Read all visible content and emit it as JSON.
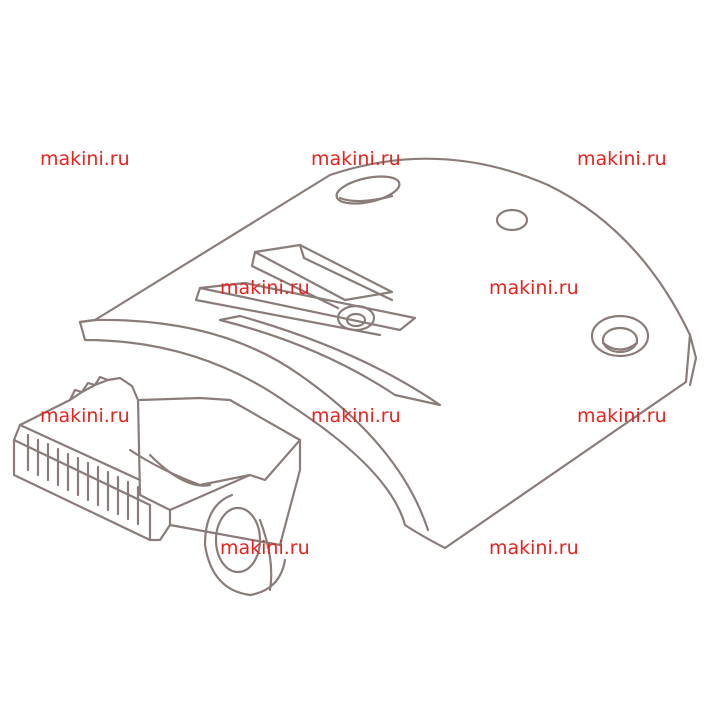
{
  "colors": {
    "background": "#ffffff",
    "line": "#8a7d79",
    "watermark": "#e8231e"
  },
  "watermarks": [
    "makini.ru",
    "makini.ru",
    "makini.ru",
    "makini.ru",
    "makini.ru",
    "makini.ru",
    "makini.ru",
    "makini.ru",
    "makini.ru",
    "makini.ru"
  ]
}
